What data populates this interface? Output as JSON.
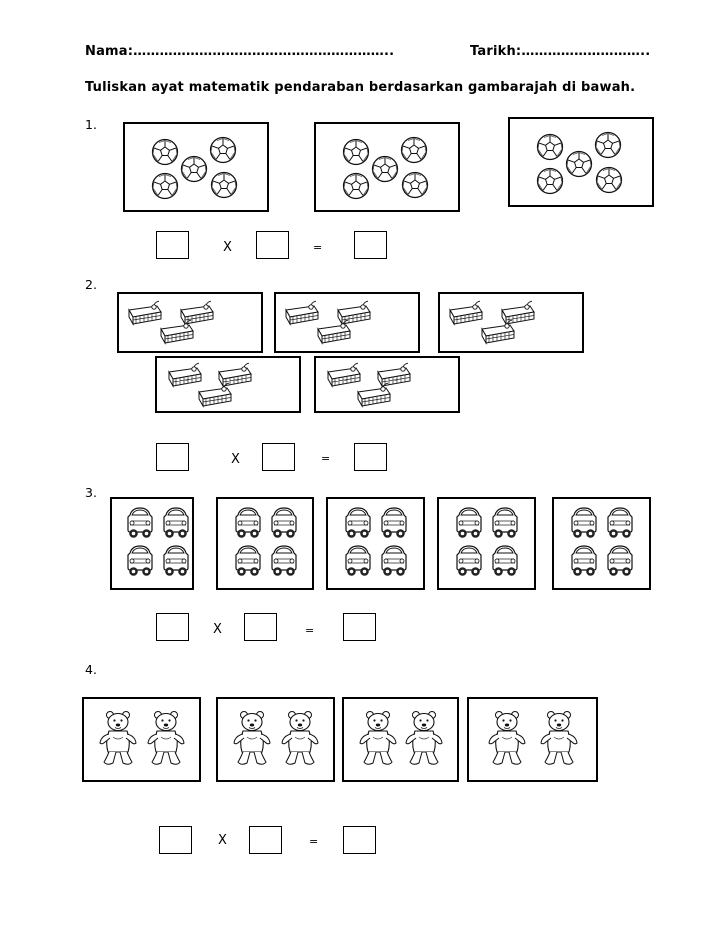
{
  "header": {
    "name_label": "Nama:…………………………………………………..",
    "date_label": "Tarikh:………………………..",
    "instruction": "Tuliskan ayat matematik  pendaraban berdasarkan gambarajah di bawah."
  },
  "questions": [
    {
      "number": "1.",
      "item_icon": "soccer-ball-icon",
      "groups": 3,
      "items_per_group": 5
    },
    {
      "number": "2.",
      "item_icon": "cake-slice-icon",
      "groups": 5,
      "items_per_group": 3
    },
    {
      "number": "3.",
      "item_icon": "car-icon",
      "groups": 5,
      "items_per_group": 4
    },
    {
      "number": "4.",
      "item_icon": "bear-icon",
      "groups": 4,
      "items_per_group": 2
    }
  ],
  "symbols": {
    "times": "X",
    "equals": "="
  }
}
